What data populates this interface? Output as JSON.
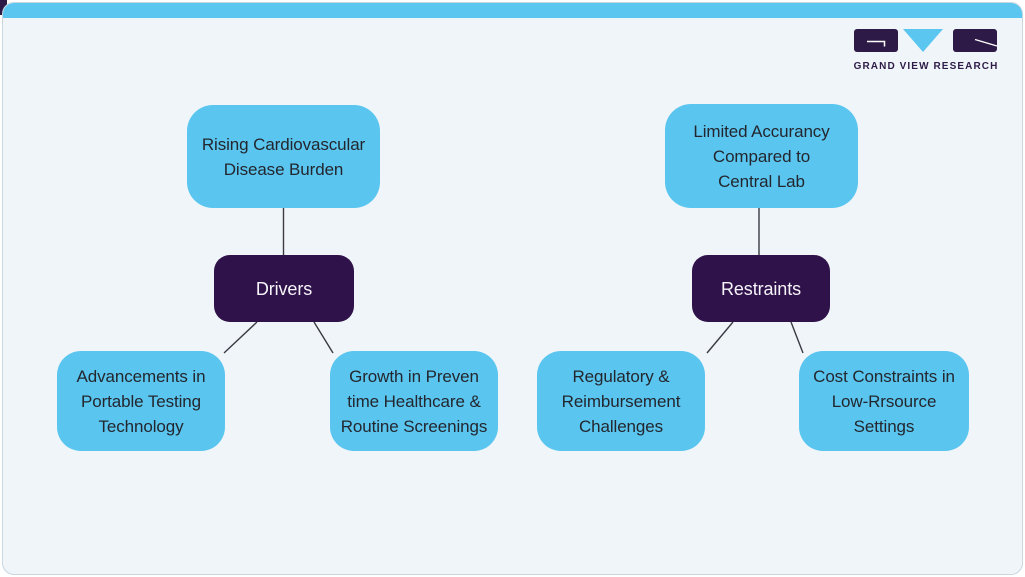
{
  "colors": {
    "accent_blue": "#5ac6ef",
    "dark_purple": "#2f1249",
    "logo_purple": "#2e1a47",
    "canvas_bg": "#f0f5f9",
    "connector": "#3a3a44"
  },
  "logo": {
    "brand": "GRAND VIEW RESEARCH",
    "glyphs": [
      "g-block-icon",
      "v-triangle-icon",
      "r-block-icon"
    ]
  },
  "tree": {
    "drivers": {
      "parent": "Rising Cardiovascular\nDisease Burden",
      "hub": "Drivers",
      "children": [
        "Advancements in\nPortable Testing\nTechnology",
        "Growth in Preven\ntime Healthcare &\nRoutine Screenings"
      ]
    },
    "restraints": {
      "parent": "Limited Accurancy\nCompared to\nCentral Lab",
      "hub": "Restraints",
      "children": [
        "Regulatory &\nReimbursement\nChallenges",
        "Cost Constraints in\nLow-Rrsource\nSettings"
      ]
    }
  }
}
